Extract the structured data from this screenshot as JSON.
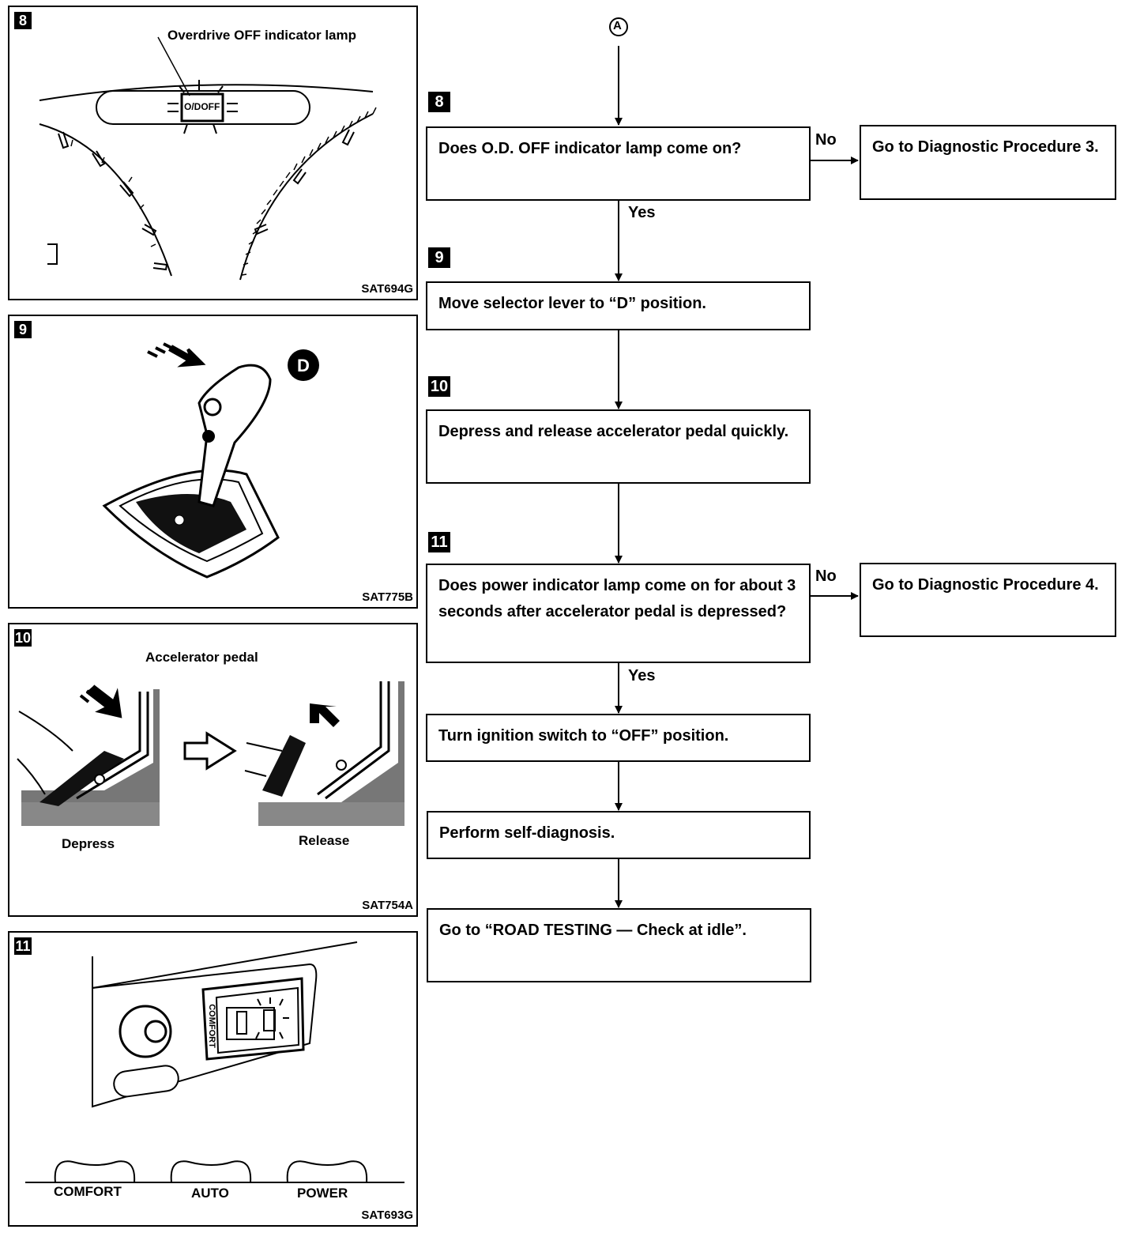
{
  "panels": {
    "p8": {
      "badge": "8",
      "callout": "Overdrive OFF indicator lamp",
      "lamp_text": "O/DOFF",
      "code": "SAT694G"
    },
    "p9": {
      "badge": "9",
      "position_badge": "D",
      "code": "SAT775B"
    },
    "p10": {
      "badge": "10",
      "title": "Accelerator pedal",
      "left_label": "Depress",
      "right_label": "Release",
      "code": "SAT754A"
    },
    "p11": {
      "badge": "11",
      "switch_text": "COMFORT",
      "labels": [
        "COMFORT",
        "AUTO",
        "POWER"
      ],
      "code": "SAT693G"
    }
  },
  "flow": {
    "connector": "A",
    "steps": [
      {
        "badge": "8",
        "text": "Does O.D. OFF indicator lamp come on?"
      },
      {
        "badge": "9",
        "text": "Move selector lever to “D” position."
      },
      {
        "badge": "10",
        "text": "Depress and release accelerator pedal quickly."
      },
      {
        "badge": "11",
        "text": "Does power indicator lamp come on for about 3 seconds after accelerator pedal is depressed?"
      },
      {
        "badge": "",
        "text": "Turn ignition switch to “OFF” position."
      },
      {
        "badge": "",
        "text": "Perform self-diagnosis."
      },
      {
        "badge": "",
        "text": "Go to “ROAD TESTING — Check at idle”."
      }
    ],
    "branches": [
      {
        "text": "Go to Diagnostic Procedure 3."
      },
      {
        "text": "Go to Diagnostic Procedure 4."
      }
    ],
    "labels": {
      "no": "No",
      "yes": "Yes"
    }
  }
}
